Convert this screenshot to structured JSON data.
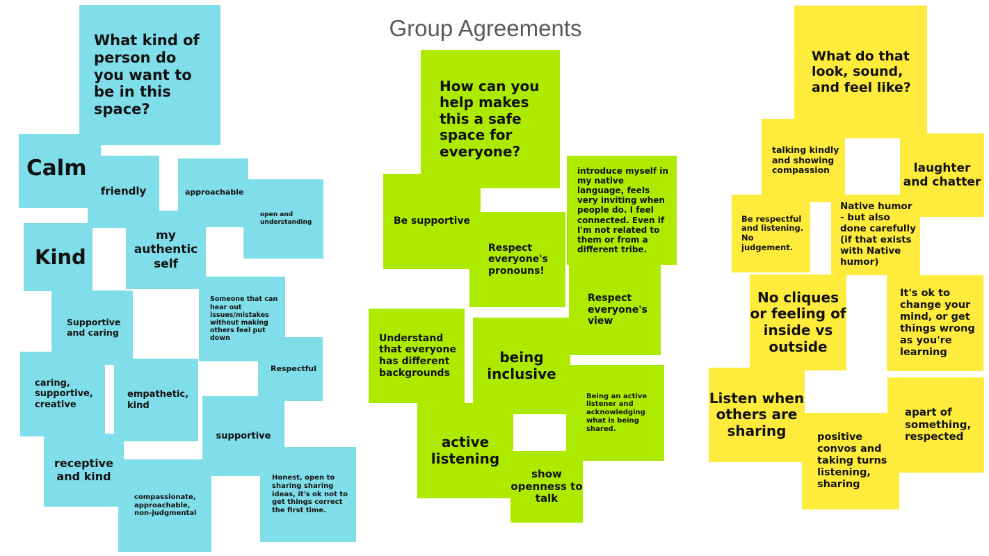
{
  "board": {
    "title": "Group Agreements"
  },
  "colors": {
    "blue": "#80deea",
    "green": "#aeea00",
    "yellow": "#ffeb3b"
  },
  "blue": {
    "header": "What kind of person do you want to be in this space?",
    "calm": "Calm",
    "friendly": "friendly",
    "approachable": "approachable",
    "open": "open and understanding",
    "kind": "Kind",
    "authentic": "my authentic self",
    "someone": "Someone that can hear out issues/mistakes without making others feel put down",
    "supportive_caring": "Supportive and caring",
    "respectful": "Respectful",
    "caring": "caring, supportive, creative",
    "empathetic": "empathetic, kind",
    "supportive": "supportive",
    "receptive": "receptive and kind",
    "compassionate": "compassionate, approachable, non-judgmental",
    "honest": "Honest, open to sharing sharing ideas, it's ok not to get things correct the first time."
  },
  "green": {
    "header": "How can you help makes this a safe space for everyone?",
    "be_supportive": "Be supportive",
    "pronouns": "Respect everyone's pronouns!",
    "introduce": "introduce myself in my native language, feels very inviting when people do. I feel connected. Even if I'm not related to them or from a different tribe.",
    "view": "Respect everyone's view",
    "understand": "Understand that everyone has different backgrounds",
    "inclusive": "being inclusive",
    "active_listener": "Being an active listener and acknowledging what is being shared.",
    "active_listening": "active listening",
    "openness": "show openness to talk"
  },
  "yellow": {
    "header": "What do that look, sound, and feel like?",
    "talking": "talking kindly and showing compassion",
    "laughter": "laughter and chatter",
    "respectful": "Be respectful and listening. No judgement.",
    "humor": "Native humor - but also done carefully (if that exists with Native humor)",
    "cliques": "No cliques or feeling of inside vs outside",
    "change": "It's ok to change your mind, or get things wrong as you're learning",
    "listen": "Listen when others are sharing",
    "apart": "apart of something, respected",
    "positive": "positive convos and taking turns listening, sharing"
  }
}
